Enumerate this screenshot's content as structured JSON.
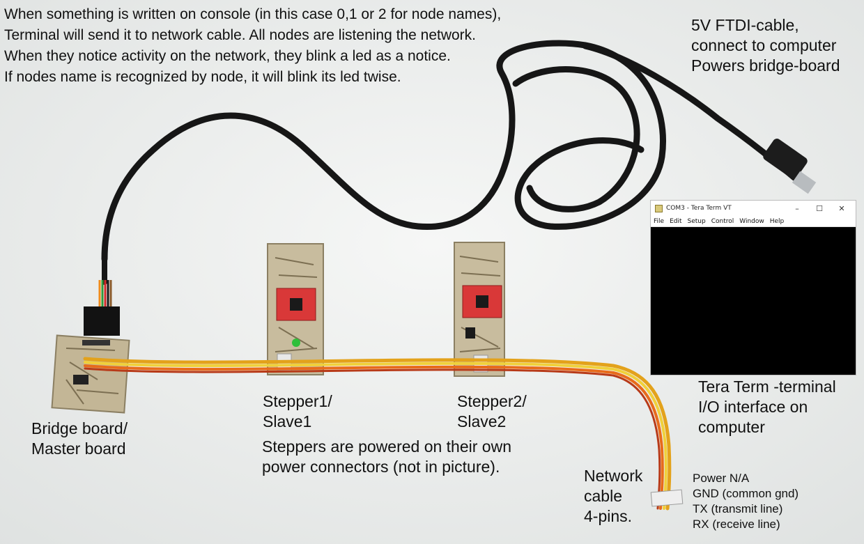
{
  "intro": {
    "lines": [
      "When something is written on console (in this case 0,1 or 2 for node names),",
      "Terminal will send it to network cable. All nodes are listening the network.",
      "When they notice activity on the network, they blink a led as a notice.",
      "If nodes name is recognized by node, it will blink its led twise."
    ]
  },
  "ftdi": {
    "lines": [
      "5V FTDI-cable,",
      "connect to computer",
      "Powers bridge-board"
    ]
  },
  "terminal": {
    "title": "COM3 - Tera Term VT",
    "menu": [
      "File",
      "Edit",
      "Setup",
      "Control",
      "Window",
      "Help"
    ],
    "controls": {
      "minimize": "–",
      "maximize": "☐",
      "close": "✕"
    }
  },
  "terminal_caption": {
    "lines": [
      "Tera Term -terminal",
      "I/O interface on",
      "computer"
    ]
  },
  "bridge": {
    "lines": [
      "Bridge board/",
      "Master board"
    ]
  },
  "stepper1": {
    "lines": [
      "Stepper1/",
      "Slave1"
    ]
  },
  "stepper2": {
    "lines": [
      "Stepper2/",
      "Slave2"
    ]
  },
  "steppers_power": {
    "lines": [
      "Steppers are powered on their own",
      "power connectors (not in picture)."
    ]
  },
  "network_cable": {
    "lines": [
      "Network",
      "cable",
      "4-pins."
    ]
  },
  "pins": {
    "lines": [
      "Power N/A",
      "GND (common gnd)",
      "TX (transmit line)",
      "RX (receive line)"
    ]
  }
}
